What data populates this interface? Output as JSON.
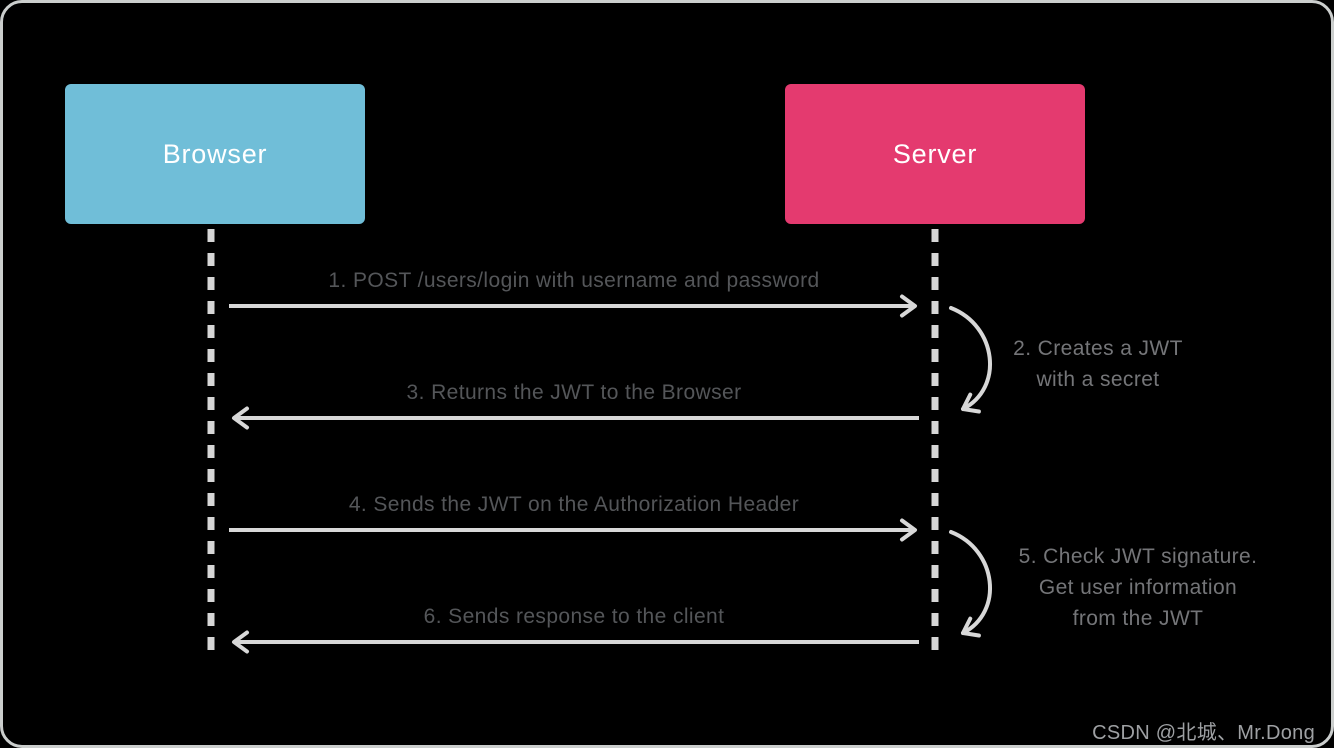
{
  "diagram": {
    "title_hint": "JWT authentication sequence diagram",
    "actors": [
      {
        "id": "browser",
        "label": "Browser",
        "color": "#70BED8"
      },
      {
        "id": "server",
        "label": "Server",
        "color": "#E43A6F"
      }
    ],
    "messages": [
      {
        "num": 1,
        "label": "1. POST /users/login with username and password",
        "from": "browser",
        "to": "server",
        "direction": "right"
      },
      {
        "num": 3,
        "label": "3. Returns the JWT to the Browser",
        "from": "server",
        "to": "browser",
        "direction": "left"
      },
      {
        "num": 4,
        "label": "4. Sends the JWT on the Authorization Header",
        "from": "browser",
        "to": "server",
        "direction": "right"
      },
      {
        "num": 6,
        "label": "6. Sends response to the client",
        "from": "server",
        "to": "browser",
        "direction": "left"
      }
    ],
    "notes": [
      {
        "num": 2,
        "actor": "server",
        "lines": [
          "2. Creates a JWT",
          "with a secret"
        ]
      },
      {
        "num": 5,
        "actor": "server",
        "lines": [
          "5. Check JWT signature.",
          "Get user information",
          "from the JWT"
        ]
      }
    ]
  },
  "watermark": {
    "text": "CSDN @北城、Mr.Dong"
  },
  "palette": {
    "background": "#000000",
    "canvas_border": "#cbcecd",
    "line_gray": "#d8d8d8",
    "lifeline_gray": "#d6d6d6",
    "message_text": "#545659",
    "note_text": "#747578",
    "actor_label_text": "#ffffff",
    "watermark_text": "#9ea0a3"
  }
}
